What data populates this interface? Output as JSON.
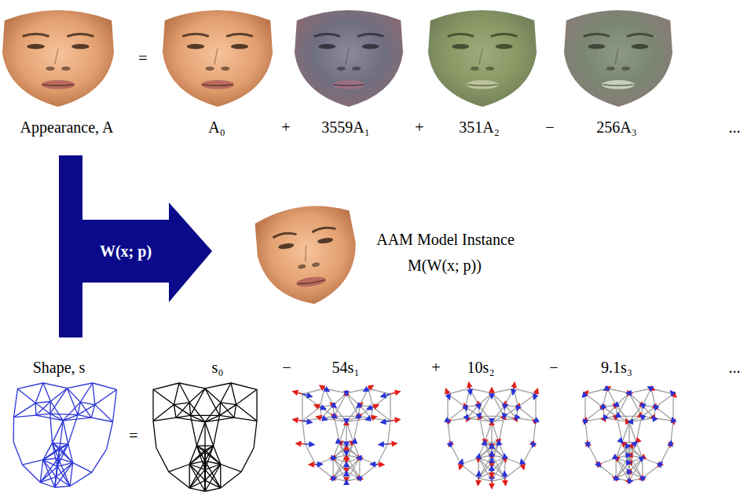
{
  "diagram": {
    "nodes": [
      {
        "text": [
          "W(x; p)"
        ]
      }
    ],
    "labels": [
      "Appearance, A",
      "=",
      "A₀",
      "+",
      "3559A₁",
      "+",
      "351A₂",
      "−",
      "256A₃",
      "...",
      "AAM Model Instance",
      "M(W(x; p))",
      "Shape, s",
      "s₀",
      "−",
      "54s₁",
      "+",
      "10s₂",
      "−",
      "9.1s₃",
      "...",
      "="
    ]
  }
}
